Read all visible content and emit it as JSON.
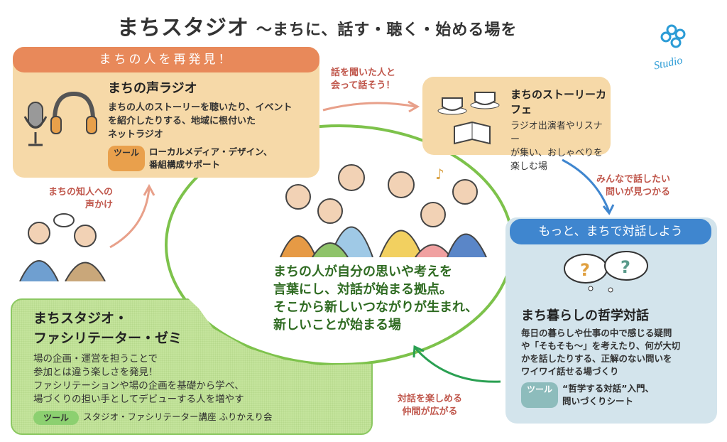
{
  "header": {
    "title": "まちスタジオ",
    "subtitle": "～まちに、話す・聴く・始める場を",
    "logo_text": "studio"
  },
  "colors": {
    "orange": "#e8895a",
    "blue": "#3f86cf",
    "green": "#7dc24b",
    "arrow_pink": "#e8a08a"
  },
  "radio_card": {
    "banner": "まちの人を再発見！",
    "title": "まちの声ラジオ",
    "description": [
      "まちの人のストーリーを聴いたり、イベント",
      "を紹介したりする、地域に根付いた",
      "ネットラジオ"
    ],
    "tool_label": "ツール",
    "tools": [
      "ローカルメディア・デザイン、",
      "番組構成サポート"
    ]
  },
  "cafe_card": {
    "title": "まちのストーリーカフェ",
    "description": [
      "ラジオ出演者やリスナー",
      "が集い、おしゃべりを",
      "楽しむ場"
    ]
  },
  "dialogue_card": {
    "banner": "もっと、まちで対話しよう",
    "title": "まち暮らしの哲学対話",
    "description": [
      "毎日の暮らしや仕事の中で感じる疑問",
      "や「そもそも～」を考えたり、何が大切",
      "かを話したりする、正解のない問いを",
      "ワイワイ話せる場づくり"
    ],
    "tool_label": "ツール",
    "tools": [
      "“哲学する対話”入門、",
      "問いづくりシート"
    ]
  },
  "seminar_card": {
    "title": [
      "まちスタジオ・",
      "ファシリテーター・ゼミ"
    ],
    "description": [
      "場の企画・運営を担うことで",
      "参加とは違う楽しさを発見！",
      "ファシリテーションや場の企画を基礎から学べ、",
      "場づくりの担い手としてデビューする人を増やす"
    ],
    "tool_label": "ツール",
    "tools": "スタジオ・ファシリテーター講座 ふりかえり会"
  },
  "center": {
    "lines": [
      "まちの人が自分の思いや考えを",
      "言葉にし、対話が始まる拠点。",
      "そこから新しいつながりが生まれ、",
      "新しいことが始まる場"
    ]
  },
  "arrows": {
    "to_cafe": [
      "話を聞いた人と",
      "会って話そう！"
    ],
    "to_dialogue": [
      "みんなで話したい",
      "問いが見つかる"
    ],
    "to_seminar": [
      "対話を楽しめる",
      "仲間が広がる"
    ],
    "to_radio": [
      "まちの知人への",
      "声かけ"
    ]
  }
}
